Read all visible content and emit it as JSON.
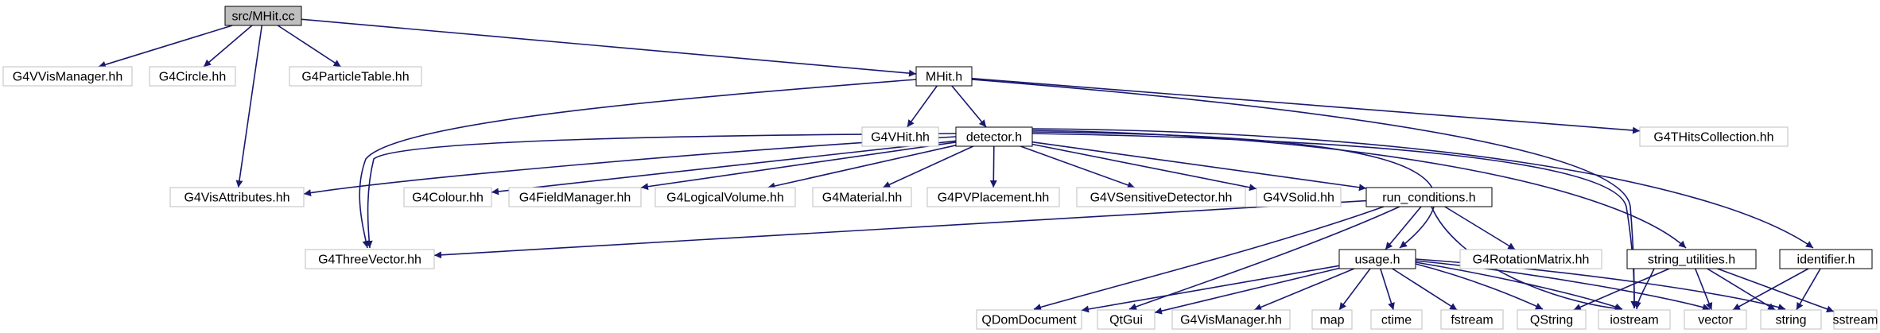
{
  "diagram": {
    "title": "",
    "nodes": [
      {
        "id": "mhit_cc",
        "label": "src/MHit.cc",
        "kind": "root"
      },
      {
        "id": "g4vismanager_hh",
        "label": "G4VVisManager.hh",
        "kind": "std"
      },
      {
        "id": "g4circle_hh",
        "label": "G4Circle.hh",
        "kind": "std"
      },
      {
        "id": "g4particletable_hh",
        "label": "G4ParticleTable.hh",
        "kind": "std"
      },
      {
        "id": "mhit_h",
        "label": "MHit.h",
        "kind": "doc"
      },
      {
        "id": "g4vhit_hh",
        "label": "G4VHit.hh",
        "kind": "std"
      },
      {
        "id": "detector_h",
        "label": "detector.h",
        "kind": "doc"
      },
      {
        "id": "g4thitscollection_hh",
        "label": "G4THitsCollection.hh",
        "kind": "std"
      },
      {
        "id": "g4visattributes_hh",
        "label": "G4VisAttributes.hh",
        "kind": "std"
      },
      {
        "id": "g4colour_hh",
        "label": "G4Colour.hh",
        "kind": "std"
      },
      {
        "id": "g4fieldmanager_hh",
        "label": "G4FieldManager.hh",
        "kind": "std"
      },
      {
        "id": "g4logicalvolume_hh",
        "label": "G4LogicalVolume.hh",
        "kind": "std"
      },
      {
        "id": "g4material_hh",
        "label": "G4Material.hh",
        "kind": "std"
      },
      {
        "id": "g4pvplacement_hh",
        "label": "G4PVPlacement.hh",
        "kind": "std"
      },
      {
        "id": "g4vsensitivedetector_hh",
        "label": "G4VSensitiveDetector.hh",
        "kind": "std"
      },
      {
        "id": "g4vsolid_hh",
        "label": "G4VSolid.hh",
        "kind": "std"
      },
      {
        "id": "run_conditions_h",
        "label": "run_conditions.h",
        "kind": "doc"
      },
      {
        "id": "string_utilities_h",
        "label": "string_utilities.h",
        "kind": "doc"
      },
      {
        "id": "identifier_h",
        "label": "identifier.h",
        "kind": "doc"
      },
      {
        "id": "g4threevector_hh",
        "label": "G4ThreeVector.hh",
        "kind": "std"
      },
      {
        "id": "usage_h",
        "label": "usage.h",
        "kind": "doc"
      },
      {
        "id": "g4rotationmatrix_hh",
        "label": "G4RotationMatrix.hh",
        "kind": "std"
      },
      {
        "id": "qdomdocument",
        "label": "QDomDocument",
        "kind": "std"
      },
      {
        "id": "qtgui",
        "label": "QtGui",
        "kind": "std"
      },
      {
        "id": "g4vismanager2_hh",
        "label": "G4VisManager.hh",
        "kind": "std"
      },
      {
        "id": "map",
        "label": "map",
        "kind": "std"
      },
      {
        "id": "ctime",
        "label": "ctime",
        "kind": "std"
      },
      {
        "id": "fstream",
        "label": "fstream",
        "kind": "std"
      },
      {
        "id": "qstring",
        "label": "QString",
        "kind": "std"
      },
      {
        "id": "iostream",
        "label": "iostream",
        "kind": "std"
      },
      {
        "id": "vector",
        "label": "vector",
        "kind": "std"
      },
      {
        "id": "string",
        "label": "string",
        "kind": "std"
      },
      {
        "id": "sstream",
        "label": "sstream",
        "kind": "std"
      }
    ],
    "edges": [
      [
        "mhit_cc",
        "g4vismanager_hh"
      ],
      [
        "mhit_cc",
        "g4circle_hh"
      ],
      [
        "mhit_cc",
        "g4particletable_hh"
      ],
      [
        "mhit_cc",
        "mhit_h"
      ],
      [
        "mhit_cc",
        "g4visattributes_hh"
      ],
      [
        "mhit_h",
        "g4vhit_hh"
      ],
      [
        "mhit_h",
        "detector_h"
      ],
      [
        "mhit_h",
        "g4thitscollection_hh"
      ],
      [
        "mhit_h",
        "g4threevector_hh"
      ],
      [
        "mhit_h",
        "iostream"
      ],
      [
        "detector_h",
        "g4visattributes_hh"
      ],
      [
        "detector_h",
        "g4colour_hh"
      ],
      [
        "detector_h",
        "g4fieldmanager_hh"
      ],
      [
        "detector_h",
        "g4logicalvolume_hh"
      ],
      [
        "detector_h",
        "g4material_hh"
      ],
      [
        "detector_h",
        "g4pvplacement_hh"
      ],
      [
        "detector_h",
        "g4vsensitivedetector_hh"
      ],
      [
        "detector_h",
        "g4vsolid_hh"
      ],
      [
        "detector_h",
        "run_conditions_h"
      ],
      [
        "detector_h",
        "g4threevector_hh"
      ],
      [
        "detector_h",
        "usage_h"
      ],
      [
        "detector_h",
        "string_utilities_h"
      ],
      [
        "detector_h",
        "identifier_h"
      ],
      [
        "detector_h",
        "iostream"
      ],
      [
        "run_conditions_h",
        "g4threevector_hh"
      ],
      [
        "run_conditions_h",
        "usage_h"
      ],
      [
        "run_conditions_h",
        "g4rotationmatrix_hh"
      ],
      [
        "run_conditions_h",
        "qdomdocument"
      ],
      [
        "run_conditions_h",
        "qtgui"
      ],
      [
        "run_conditions_h",
        "iostream"
      ],
      [
        "usage_h",
        "qdomdocument"
      ],
      [
        "usage_h",
        "qtgui"
      ],
      [
        "usage_h",
        "g4vismanager2_hh"
      ],
      [
        "usage_h",
        "map"
      ],
      [
        "usage_h",
        "ctime"
      ],
      [
        "usage_h",
        "fstream"
      ],
      [
        "usage_h",
        "qstring"
      ],
      [
        "usage_h",
        "iostream"
      ],
      [
        "usage_h",
        "vector"
      ],
      [
        "usage_h",
        "string"
      ],
      [
        "string_utilities_h",
        "qstring"
      ],
      [
        "string_utilities_h",
        "iostream"
      ],
      [
        "string_utilities_h",
        "vector"
      ],
      [
        "string_utilities_h",
        "string"
      ],
      [
        "string_utilities_h",
        "sstream"
      ],
      [
        "identifier_h",
        "vector"
      ],
      [
        "identifier_h",
        "string"
      ]
    ]
  }
}
